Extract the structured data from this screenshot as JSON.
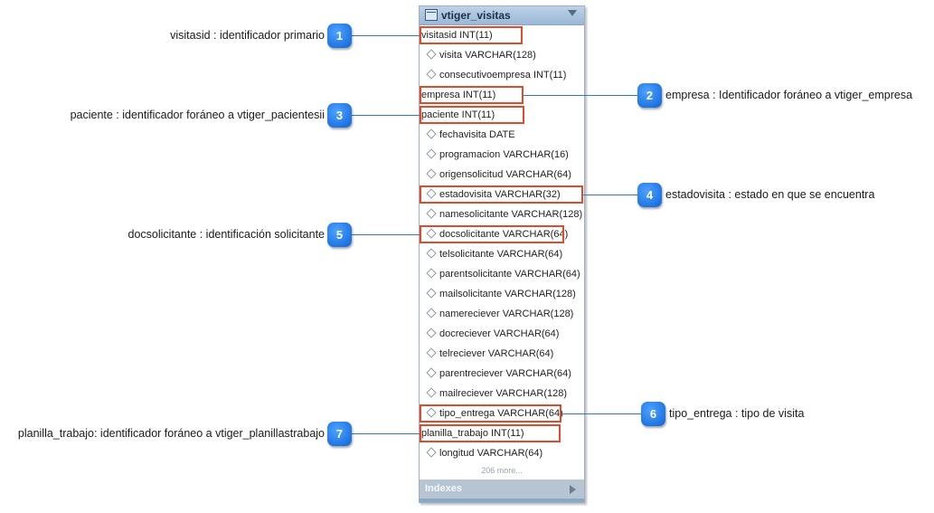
{
  "table": {
    "title": "vtiger_visitas",
    "columns": [
      {
        "text": "visitasid INT(11)",
        "icon": "primary-key"
      },
      {
        "text": "visita VARCHAR(128)",
        "icon": "diamond"
      },
      {
        "text": "consecutivoempresa INT(11)",
        "icon": "diamond"
      },
      {
        "text": "empresa INT(11)",
        "icon": "foreign-key"
      },
      {
        "text": "paciente INT(11)",
        "icon": "foreign-key"
      },
      {
        "text": "fechavisita DATE",
        "icon": "diamond"
      },
      {
        "text": "programacion VARCHAR(16)",
        "icon": "diamond"
      },
      {
        "text": "origensolicitud VARCHAR(64)",
        "icon": "diamond"
      },
      {
        "text": "estadovisita VARCHAR(32)",
        "icon": "diamond"
      },
      {
        "text": "namesolicitante VARCHAR(128)",
        "icon": "diamond"
      },
      {
        "text": "docsolicitante VARCHAR(64)",
        "icon": "diamond"
      },
      {
        "text": "telsolicitante VARCHAR(64)",
        "icon": "diamond"
      },
      {
        "text": "parentsolicitante VARCHAR(64)",
        "icon": "diamond"
      },
      {
        "text": "mailsolicitante VARCHAR(128)",
        "icon": "diamond"
      },
      {
        "text": "namereciever VARCHAR(128)",
        "icon": "diamond"
      },
      {
        "text": "docreciever VARCHAR(64)",
        "icon": "diamond"
      },
      {
        "text": "telreciever VARCHAR(64)",
        "icon": "diamond"
      },
      {
        "text": "parentreciever VARCHAR(64)",
        "icon": "diamond"
      },
      {
        "text": "mailreciever VARCHAR(128)",
        "icon": "diamond"
      },
      {
        "text": "tipo_entrega VARCHAR(64)",
        "icon": "diamond"
      },
      {
        "text": "planilla_trabajo INT(11)",
        "icon": "foreign-key"
      },
      {
        "text": "longitud VARCHAR(64)",
        "icon": "diamond"
      }
    ],
    "more_label": "206 more...",
    "indexes_label": "Indexes"
  },
  "callouts": [
    {
      "number": "1",
      "text": "visitasid : identificador primario",
      "side": "left",
      "row": 0
    },
    {
      "number": "2",
      "text": "empresa : Identificador foráneo a vtiger_empresa",
      "side": "right",
      "row": 3
    },
    {
      "number": "3",
      "text": "paciente : identificador foráneo a vtiger_pacientesii",
      "side": "left",
      "row": 4
    },
    {
      "number": "4",
      "text": "estadovisita : estado en que se encuentra",
      "side": "right",
      "row": 8
    },
    {
      "number": "5",
      "text": "docsolicitante : identificación solicitante",
      "side": "left",
      "row": 10
    },
    {
      "number": "6",
      "text": "tipo_entrega : tipo de visita",
      "side": "right",
      "row": 19
    },
    {
      "number": "7",
      "text": "planilla_trabajo: identificador foráneo a vtiger_planillastrabajo",
      "side": "left",
      "row": 20
    }
  ],
  "colors": {
    "badge": "#1a75e8",
    "highlight": "#e24a2a",
    "leader": "#2f78c4",
    "title_bar": "#a9c3de"
  }
}
